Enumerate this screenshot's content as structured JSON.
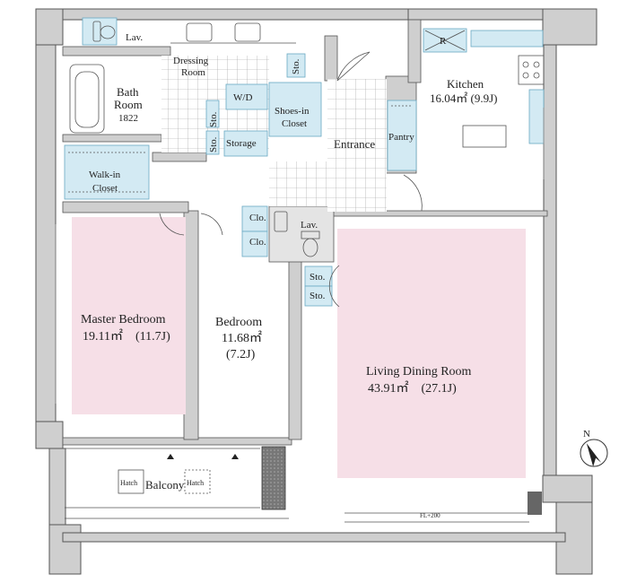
{
  "rooms": {
    "lav_top": "Lav.",
    "dressing_line1": "Dressing",
    "dressing_line2": "Room",
    "sto_dressing": "Sto.",
    "bath_line1": "Bath",
    "bath_line2": "Room",
    "bath_size": "1822",
    "wd": "W/D",
    "sto_a": "Sto.",
    "sto_b": "Sto.",
    "storage": "Storage",
    "shoes_line1": "Shoes-in",
    "shoes_line2": "Closet",
    "entrance": "Entrance",
    "pantry": "Pantry",
    "kitchen_name": "Kitchen",
    "kitchen_area": "16.04㎡ (9.9J)",
    "fridge": "R",
    "walkin_line1": "Walk-in",
    "walkin_line2": "Closet",
    "clo_a": "Clo.",
    "clo_b": "Clo.",
    "lav_mid": "Lav.",
    "sto_c": "Sto.",
    "sto_d": "Sto.",
    "master_name": "Master Bedroom",
    "master_area": "19.11㎡　(11.7J)",
    "bedroom_name": "Bedroom",
    "bedroom_area": "11.68㎡",
    "bedroom_tatami": "(7.2J)",
    "ldr_name": "Living Dining Room",
    "ldr_area": "43.91㎡　(27.1J)",
    "balcony": "Balcony",
    "hatch_a": "Hatch",
    "hatch_b": "Hatch",
    "floor_level": "FL+200"
  },
  "compass": {
    "label": "N"
  },
  "colors": {
    "wall": "#cfcfcf",
    "wall_outline": "#555555",
    "room_pink": "#f6dfe7",
    "closet_blue": "#d3eaf3",
    "closet_outline": "#6aa9c2",
    "floor_tile": "#999999"
  }
}
